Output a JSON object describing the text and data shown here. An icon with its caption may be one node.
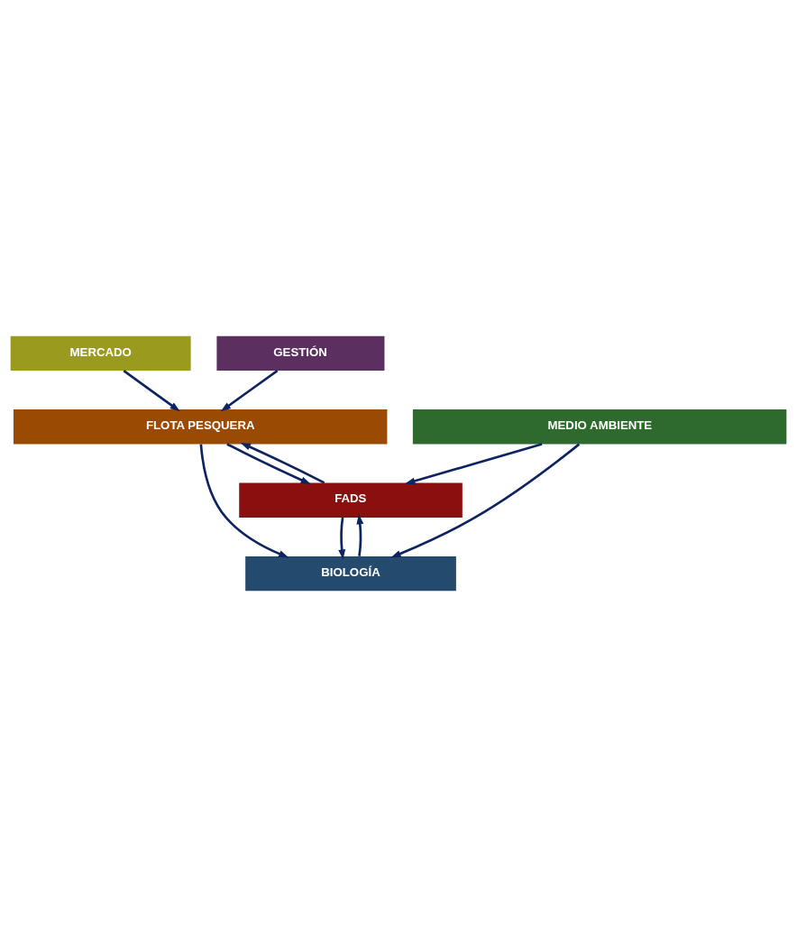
{
  "diagram": {
    "nodes": [
      {
        "text": [
          "MERCADO"
        ]
      },
      {
        "text": [
          "GESTIÓN"
        ]
      },
      {
        "text": [
          "FLOTA PESQUERA"
        ]
      },
      {
        "text": [
          "FADS"
        ]
      },
      {
        "text": [
          "BIOLOGÍA"
        ]
      },
      {
        "text": [
          "MEDIO AMBIENTE"
        ]
      }
    ],
    "edges": [
      {
        "from": 0,
        "to": 2,
        "arrow": "to"
      },
      {
        "from": 1,
        "to": 2,
        "arrow": "to"
      },
      {
        "from": 3,
        "to": 2,
        "arrow": "to"
      },
      {
        "from": 2,
        "to": 3,
        "arrow": "to"
      },
      {
        "from": 2,
        "to": 4,
        "arrow": "to"
      },
      {
        "from": 4,
        "to": 3,
        "arrow": "to"
      },
      {
        "from": 3,
        "to": 4,
        "arrow": "to"
      },
      {
        "from": 5,
        "to": 4,
        "arrow": "to"
      },
      {
        "from": 5,
        "to": 3,
        "arrow": "to"
      }
    ]
  }
}
